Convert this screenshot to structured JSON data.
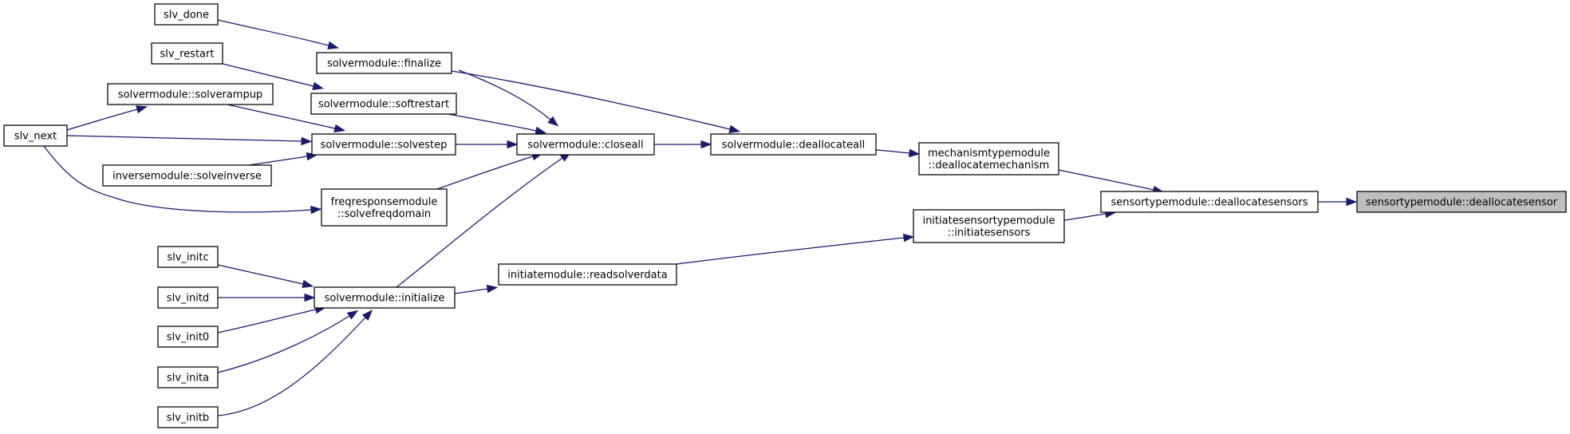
{
  "graph": {
    "title": "",
    "focus_node": "sensortypemodule::deallocatesensor",
    "colors": {
      "edge": "#191970",
      "node_border": "#000000",
      "node_fill": "#ffffff",
      "focus_fill": "#bfbfbf"
    },
    "nodes": [
      {
        "id": "slv_done",
        "lines": [
          "slv_done"
        ]
      },
      {
        "id": "slv_restart",
        "lines": [
          "slv_restart"
        ]
      },
      {
        "id": "solverampup",
        "lines": [
          "solvermodule::solverampup"
        ]
      },
      {
        "id": "slv_next",
        "lines": [
          "slv_next"
        ]
      },
      {
        "id": "solveinverse",
        "lines": [
          "inversemodule::solveinverse"
        ]
      },
      {
        "id": "finalize",
        "lines": [
          "solvermodule::finalize"
        ]
      },
      {
        "id": "softrestart",
        "lines": [
          "solvermodule::softrestart"
        ]
      },
      {
        "id": "solvestep",
        "lines": [
          "solvermodule::solvestep"
        ]
      },
      {
        "id": "solvefreqdomain",
        "lines": [
          "freqresponsemodule",
          "::solvefreqdomain"
        ]
      },
      {
        "id": "closeall",
        "lines": [
          "solvermodule::closeall"
        ]
      },
      {
        "id": "deallocateall",
        "lines": [
          "solvermodule::deallocateall"
        ]
      },
      {
        "id": "deallocatemechanism",
        "lines": [
          "mechanismtypemodule",
          "::deallocatemechanism"
        ]
      },
      {
        "id": "deallocatesensors",
        "lines": [
          "sensortypemodule::deallocatesensors"
        ]
      },
      {
        "id": "deallocatesensor",
        "lines": [
          "sensortypemodule::deallocatesensor"
        ],
        "focus": true
      },
      {
        "id": "initiatesensors",
        "lines": [
          "initiatesensortypemodule",
          "::initiatesensors"
        ]
      },
      {
        "id": "readsolverdata",
        "lines": [
          "initiatemodule::readsolverdata"
        ]
      },
      {
        "id": "initialize",
        "lines": [
          "solvermodule::initialize"
        ]
      },
      {
        "id": "slv_initc",
        "lines": [
          "slv_initc"
        ]
      },
      {
        "id": "slv_initd",
        "lines": [
          "slv_initd"
        ]
      },
      {
        "id": "slv_init0",
        "lines": [
          "slv_init0"
        ]
      },
      {
        "id": "slv_inita",
        "lines": [
          "slv_inita"
        ]
      },
      {
        "id": "slv_initb",
        "lines": [
          "slv_initb"
        ]
      }
    ],
    "edges": [
      {
        "from": "deallocatesensors",
        "to": "deallocatesensor"
      },
      {
        "from": "deallocatemechanism",
        "to": "deallocatesensors"
      },
      {
        "from": "initiatesensors",
        "to": "deallocatesensors"
      },
      {
        "from": "deallocateall",
        "to": "deallocatemechanism"
      },
      {
        "from": "closeall",
        "to": "deallocateall"
      },
      {
        "from": "finalize",
        "to": "deallocateall"
      },
      {
        "from": "finalize",
        "to": "closeall"
      },
      {
        "from": "softrestart",
        "to": "closeall"
      },
      {
        "from": "solvestep",
        "to": "closeall"
      },
      {
        "from": "solvefreqdomain",
        "to": "closeall"
      },
      {
        "from": "initialize",
        "to": "closeall"
      },
      {
        "from": "slv_done",
        "to": "finalize"
      },
      {
        "from": "slv_restart",
        "to": "softrestart"
      },
      {
        "from": "slv_next",
        "to": "solverampup"
      },
      {
        "from": "solverampup",
        "to": "solvestep"
      },
      {
        "from": "slv_next",
        "to": "solvestep"
      },
      {
        "from": "solveinverse",
        "to": "solvestep"
      },
      {
        "from": "slv_next",
        "to": "solvefreqdomain"
      },
      {
        "from": "readsolverdata",
        "to": "initiatesensors"
      },
      {
        "from": "initialize",
        "to": "readsolverdata"
      },
      {
        "from": "slv_initc",
        "to": "initialize"
      },
      {
        "from": "slv_initd",
        "to": "initialize"
      },
      {
        "from": "slv_init0",
        "to": "initialize"
      },
      {
        "from": "slv_inita",
        "to": "initialize"
      },
      {
        "from": "slv_initb",
        "to": "initialize"
      }
    ]
  }
}
